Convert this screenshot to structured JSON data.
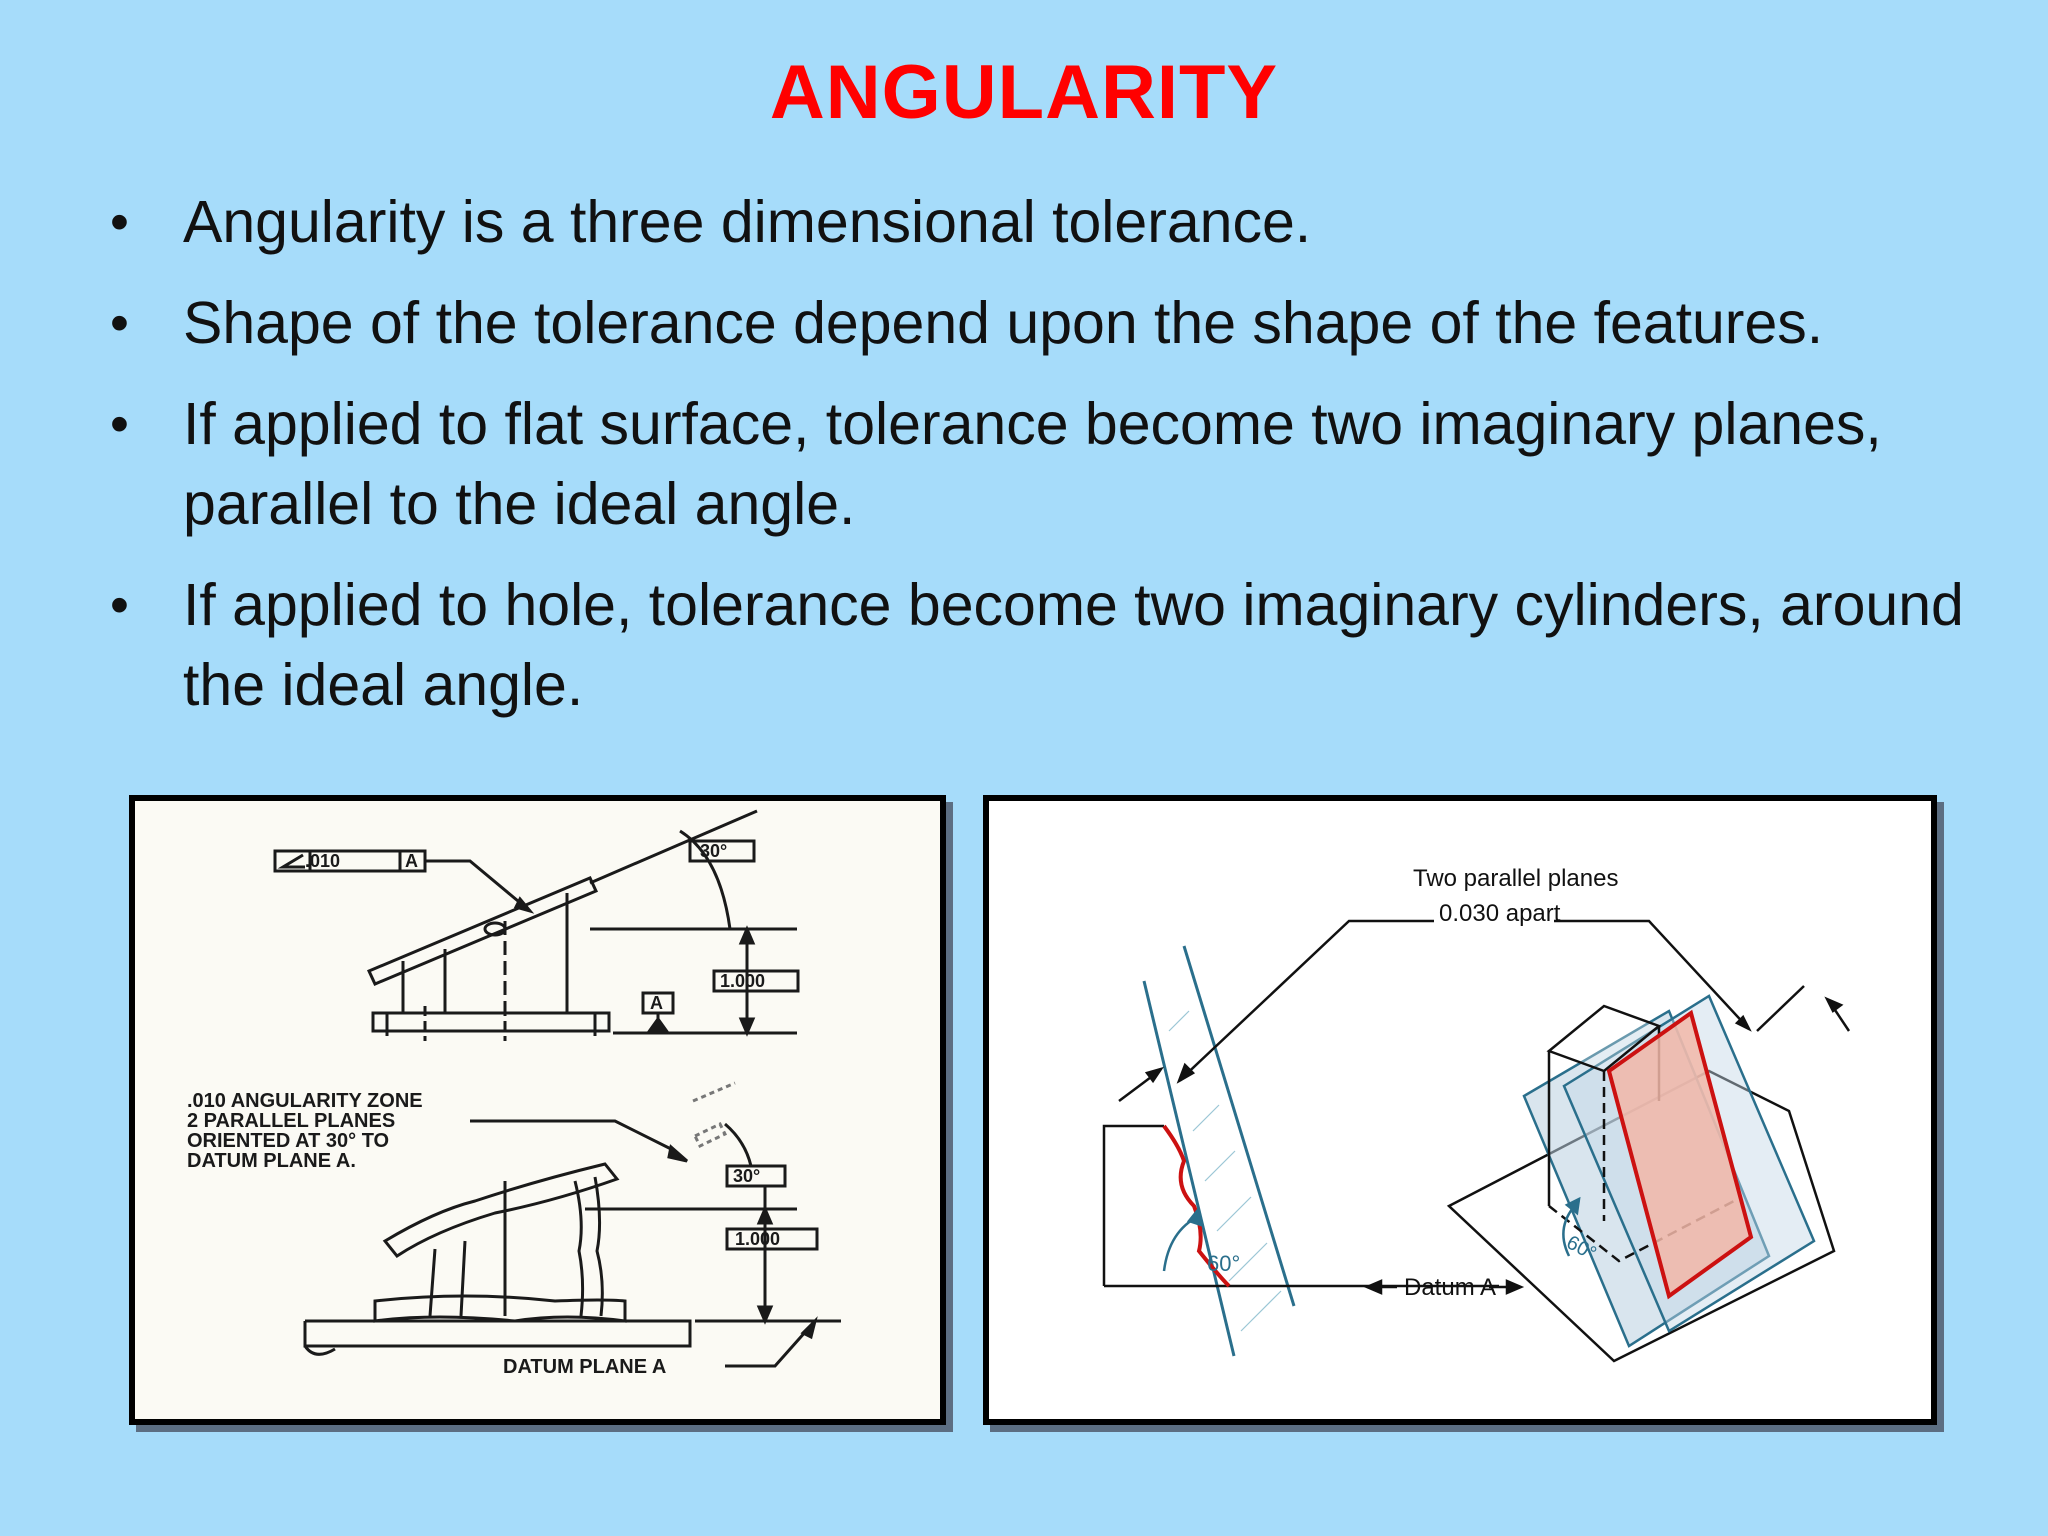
{
  "slide": {
    "title": "ANGULARITY",
    "bullets": [
      "Angularity is  a three dimensional tolerance.",
      "Shape of the tolerance depend upon the shape of the features.",
      "If applied to flat surface, tolerance become two imaginary planes, parallel to the ideal angle.",
      "If applied to hole, tolerance become two imaginary cylinders, around the ideal angle."
    ],
    "bullet_glyph": "•"
  },
  "left_figure": {
    "frame_value": ".010",
    "frame_datum": "A",
    "angle_label": "30°",
    "height_label": "1.000",
    "datum_flag": "A",
    "zone_lines": [
      ".010 ANGULARITY ZONE",
      "2 PARALLEL PLANES",
      "ORIENTED AT 30° TO",
      "DATUM PLANE A."
    ],
    "angle_label_2": "30°",
    "height_label_2": "1.000",
    "datum_plane_label": "DATUM PLANE A"
  },
  "right_figure": {
    "caption_line1": "Two parallel planes",
    "caption_line2": "0.030 apart",
    "angle_left": "60°",
    "datum_label": "Datum A",
    "angle_right": "60°"
  },
  "colors": {
    "background": "#a6dcfa",
    "title": "#ff0000",
    "surface_line": "#cc1111",
    "plane_blue": "#2a6f8c"
  }
}
